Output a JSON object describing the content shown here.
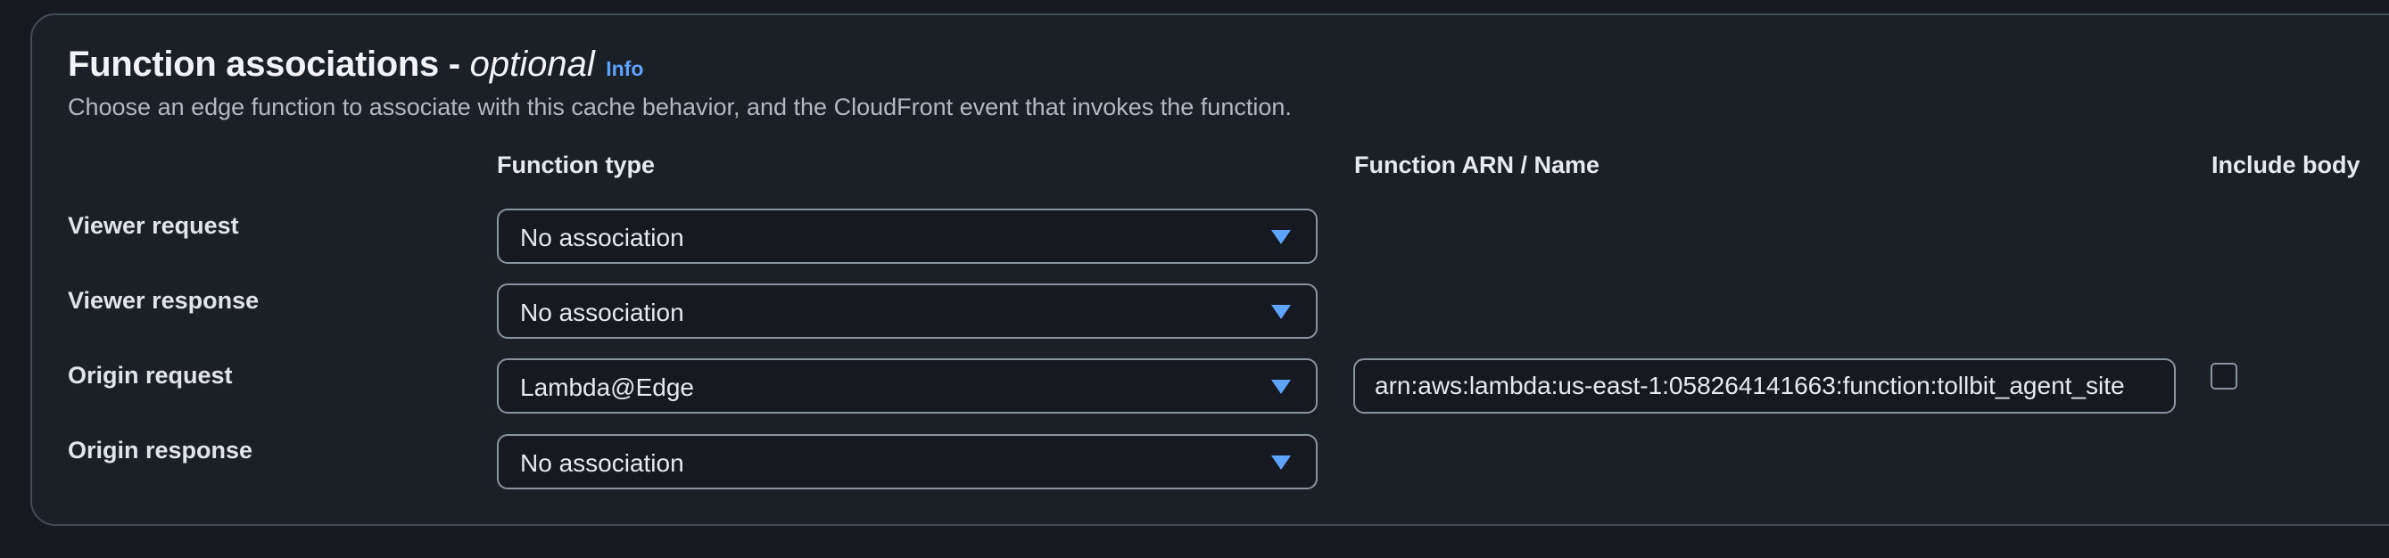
{
  "section": {
    "title": "Function associations - ",
    "title_optional": "optional",
    "info_label": "Info",
    "description": "Choose an edge function to associate with this cache behavior, and the CloudFront event that invokes the function."
  },
  "columns": {
    "function_type": "Function type",
    "function_arn": "Function ARN / Name",
    "include_body": "Include body"
  },
  "rows": [
    {
      "label": "Viewer request",
      "function_type": "No association"
    },
    {
      "label": "Viewer response",
      "function_type": "No association"
    },
    {
      "label": "Origin request",
      "function_type": "Lambda@Edge",
      "function_arn": "arn:aws:lambda:us-east-1:058264141663:function:tollbit_agent_site",
      "include_body": false
    },
    {
      "label": "Origin response",
      "function_type": "No association"
    }
  ],
  "icons": {
    "dropdown": "caret-down-icon"
  },
  "colors": {
    "accent": "#5ea4ff",
    "background": "#1b1f26",
    "border": "#8a93a0"
  }
}
